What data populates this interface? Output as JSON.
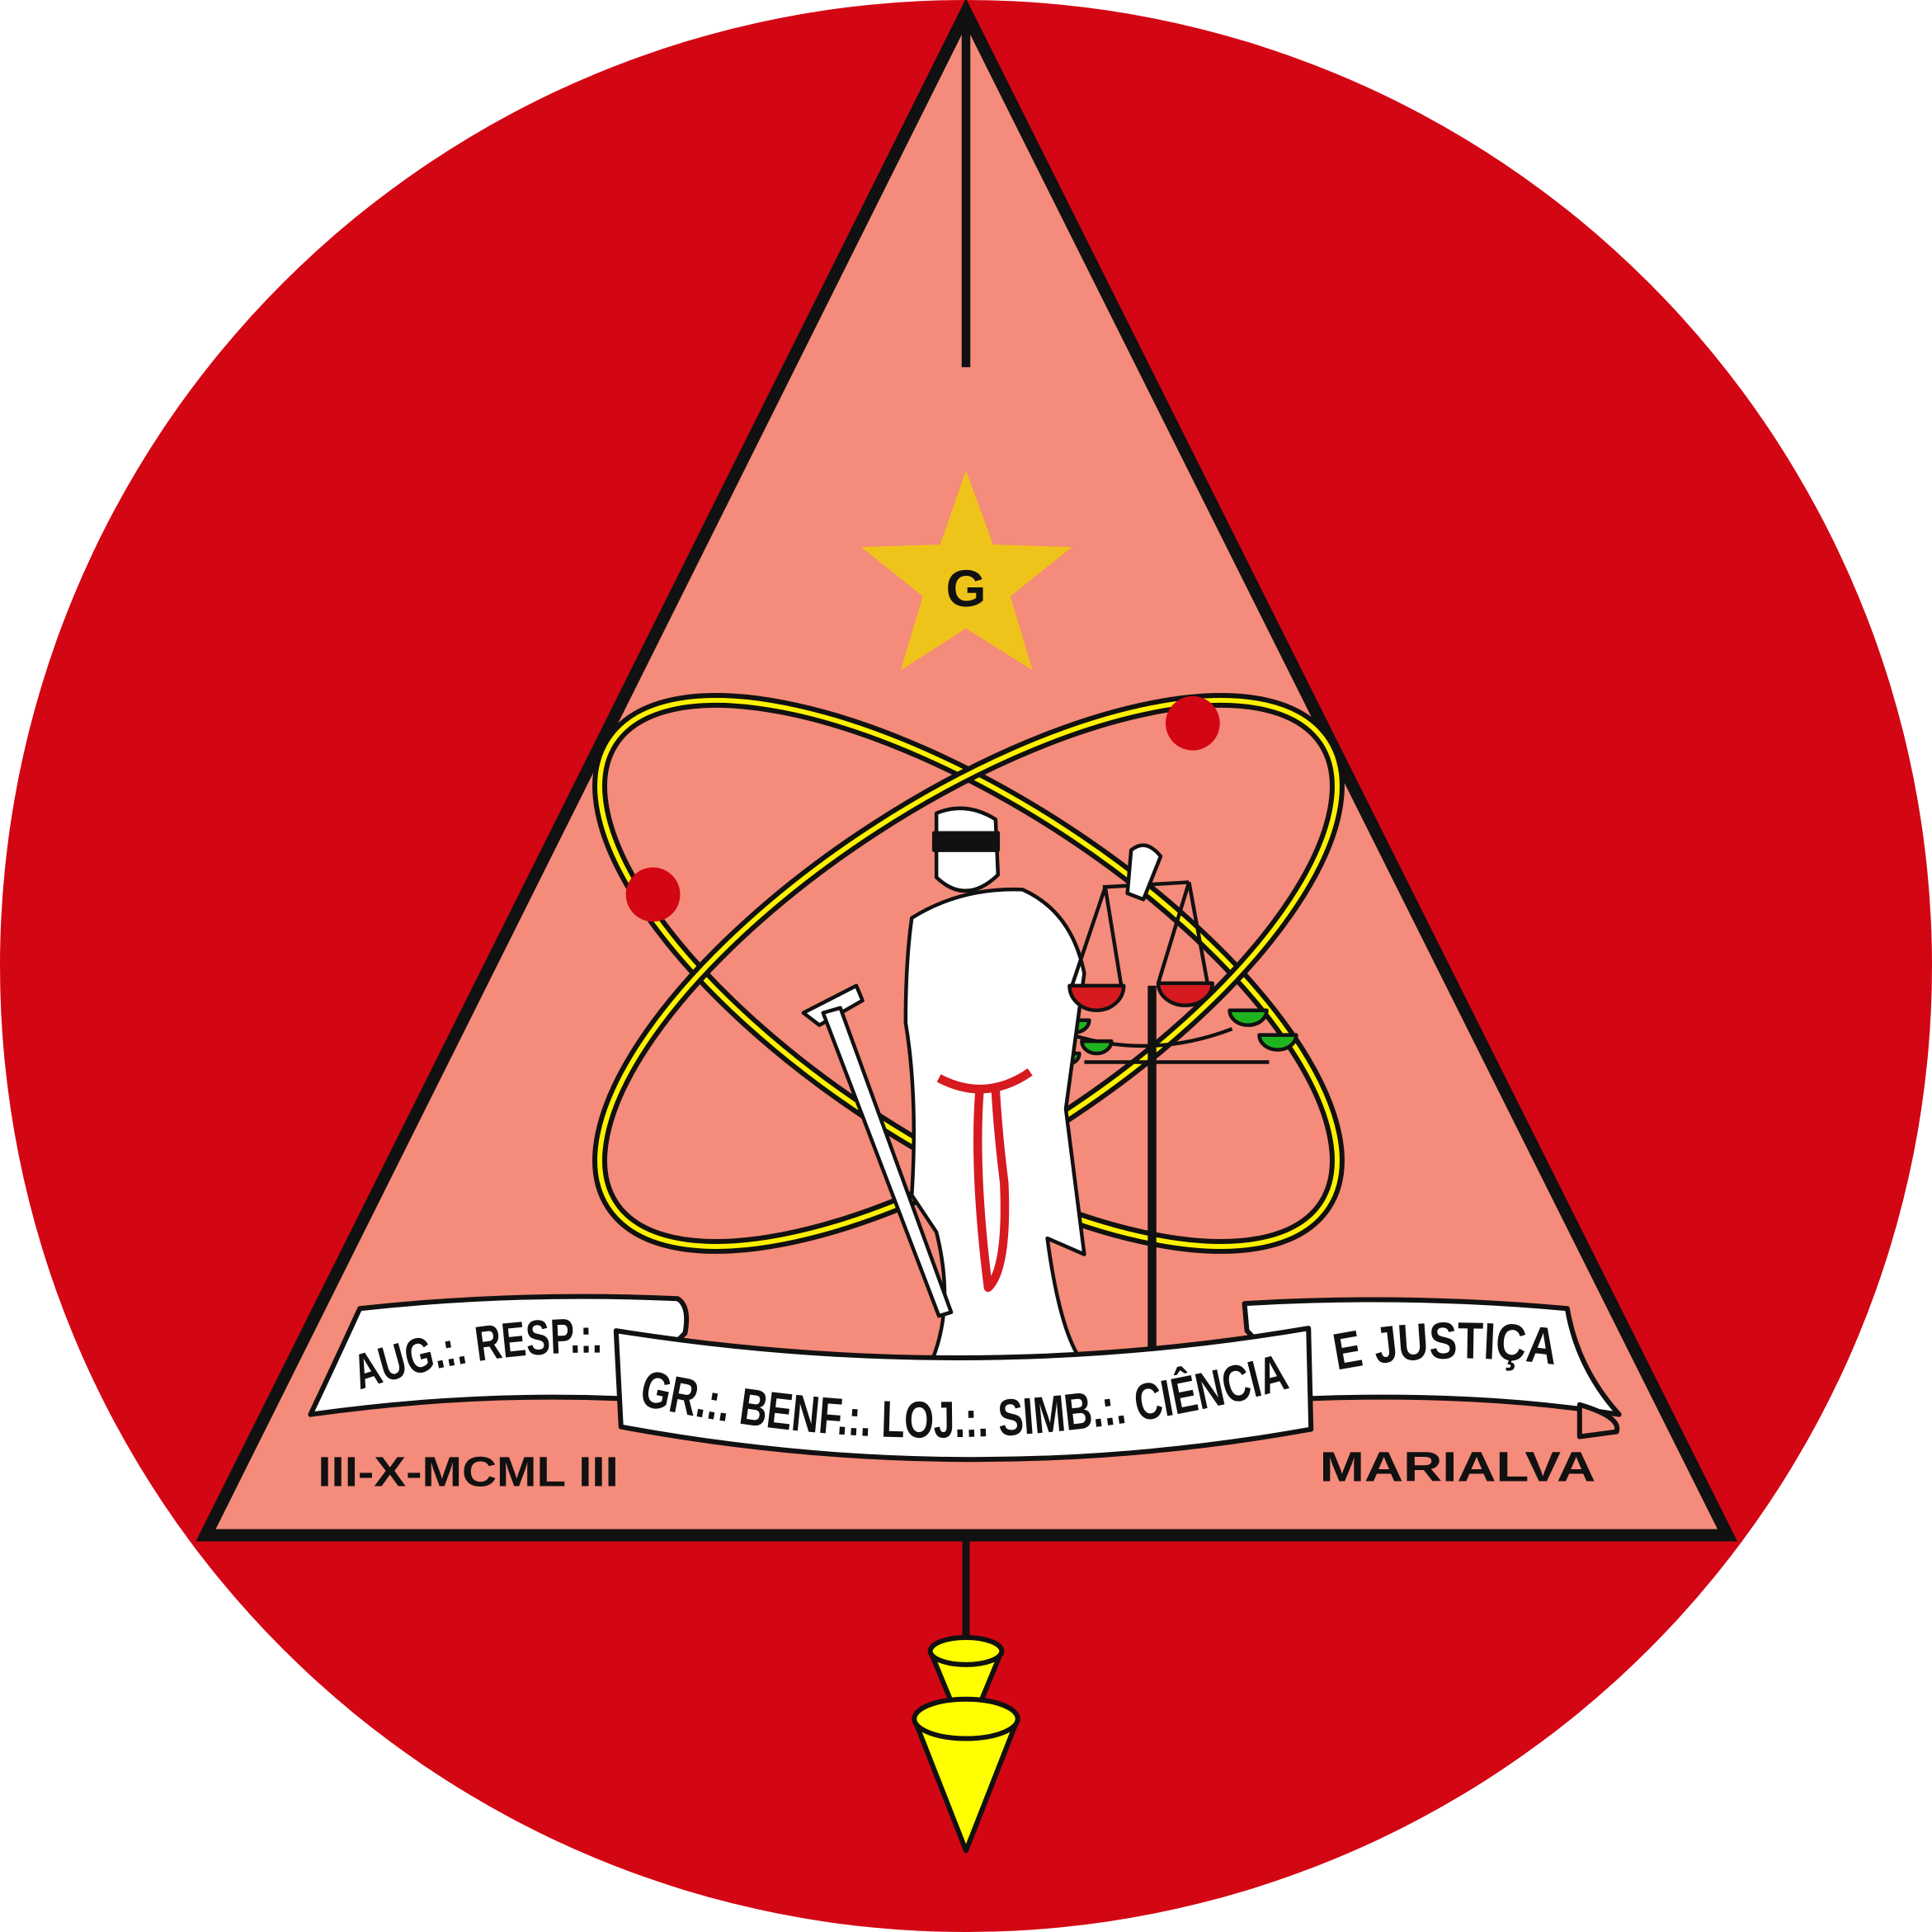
{
  "emblem": {
    "star_letter": "G",
    "banner_left": "AUG.:. RESP.:.",
    "banner_center": "GR.:. BENF.:. LOJ.:. SIMB.:. CIÊNCIA",
    "banner_right": "E JUSTIÇA",
    "founding_date": "III-X-MCML III",
    "city": "MARIALVA"
  },
  "colors": {
    "background_circle": "#d30614",
    "triangle_fill": "#f58b7a",
    "star": "#efc41a",
    "orbit": "#fff200",
    "plumb_bob": "#ffff00",
    "scale_pan_red": "#d71920",
    "scale_pan_green": "#1fb31f"
  }
}
